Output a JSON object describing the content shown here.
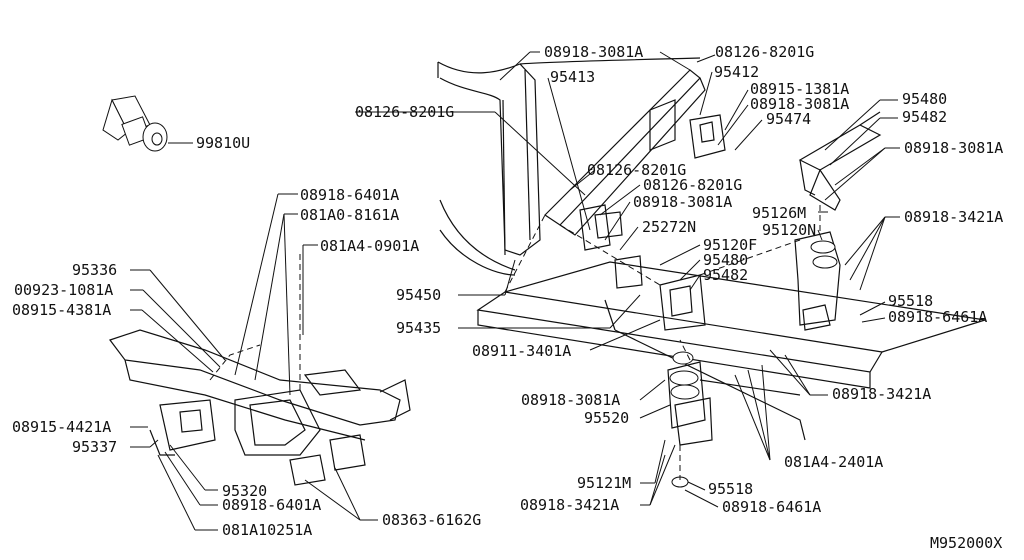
{
  "diagram_code": "M952000X",
  "callouts": [
    {
      "id": "c01",
      "text": "99810U"
    },
    {
      "id": "c02",
      "text": "08918-6401A"
    },
    {
      "id": "c03",
      "text": "081A0-8161A"
    },
    {
      "id": "c04",
      "text": "081A4-0901A"
    },
    {
      "id": "c05",
      "text": "95336"
    },
    {
      "id": "c06",
      "text": "00923-1081A"
    },
    {
      "id": "c07",
      "text": "08915-4381A"
    },
    {
      "id": "c08",
      "text": "08915-4421A"
    },
    {
      "id": "c09",
      "text": "95337"
    },
    {
      "id": "c10",
      "text": "95320"
    },
    {
      "id": "c11",
      "text": "08918-6401A"
    },
    {
      "id": "c12",
      "text": "081A10251A"
    },
    {
      "id": "c13",
      "text": "08363-6162G"
    },
    {
      "id": "c14",
      "text": "08918-3081A"
    },
    {
      "id": "c15",
      "text": "08126-8201G"
    },
    {
      "id": "c16",
      "text": "95413"
    },
    {
      "id": "c17",
      "text": "95412"
    },
    {
      "id": "c18",
      "text": "08915-1381A"
    },
    {
      "id": "c19",
      "text": "08918-3081A"
    },
    {
      "id": "c20",
      "text": "95474"
    },
    {
      "id": "c21",
      "text": "08126-8201G"
    },
    {
      "id": "c22",
      "text": "08126-8201G"
    },
    {
      "id": "c23",
      "text": "08126-8201G"
    },
    {
      "id": "c24",
      "text": "08918-3081A"
    },
    {
      "id": "c25",
      "text": "25272N"
    },
    {
      "id": "c26",
      "text": "95120F"
    },
    {
      "id": "c27",
      "text": "95480"
    },
    {
      "id": "c28",
      "text": "95482"
    },
    {
      "id": "c29",
      "text": "95450"
    },
    {
      "id": "c30",
      "text": "95435"
    },
    {
      "id": "c31",
      "text": "08911-3401A"
    },
    {
      "id": "c32",
      "text": "95480"
    },
    {
      "id": "c33",
      "text": "95482"
    },
    {
      "id": "c34",
      "text": "08918-3081A"
    },
    {
      "id": "c35",
      "text": "95126M"
    },
    {
      "id": "c36",
      "text": "95120N"
    },
    {
      "id": "c37",
      "text": "08918-3421A"
    },
    {
      "id": "c38",
      "text": "95518"
    },
    {
      "id": "c39",
      "text": "08918-6461A"
    },
    {
      "id": "c40",
      "text": "08918-3421A"
    },
    {
      "id": "c41",
      "text": "08918-3081A"
    },
    {
      "id": "c42",
      "text": "95520"
    },
    {
      "id": "c43",
      "text": "081A4-2401A"
    },
    {
      "id": "c44",
      "text": "95121M"
    },
    {
      "id": "c45",
      "text": "08918-3421A"
    },
    {
      "id": "c46",
      "text": "95518"
    },
    {
      "id": "c47",
      "text": "08918-6461A"
    }
  ]
}
